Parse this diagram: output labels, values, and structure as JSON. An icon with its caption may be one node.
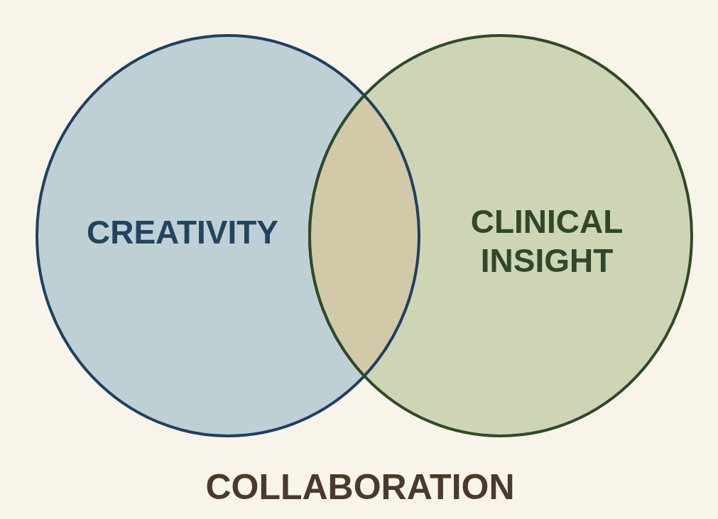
{
  "diagram": {
    "nodes": [
      {
        "text": [
          "CREATIVITY"
        ]
      },
      {
        "text": [
          "CLINICAL INSIGHT"
        ]
      }
    ],
    "labels": [
      "COLLABORATION"
    ]
  }
}
